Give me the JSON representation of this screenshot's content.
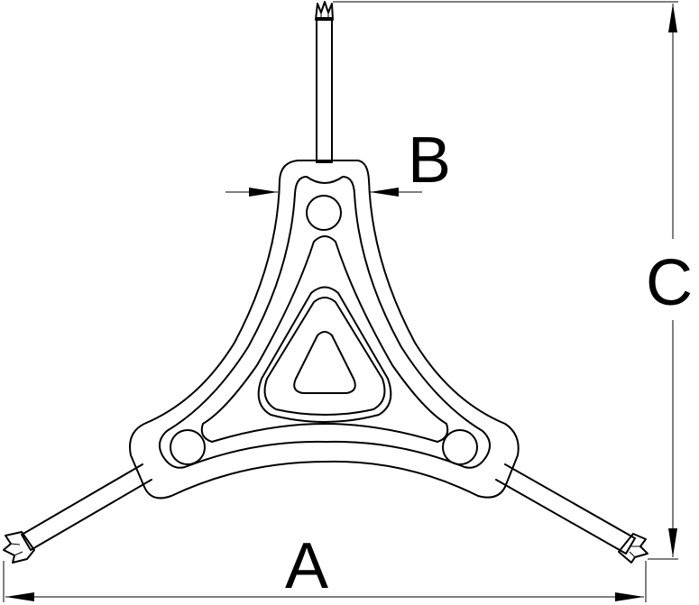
{
  "diagram": {
    "tool": "y-handle-torx-wrench",
    "colors": {
      "line": "#000000",
      "background": "#ffffff"
    },
    "dimensions": {
      "a": {
        "label": "A",
        "meaning": "span-between-side-bit-tips"
      },
      "b": {
        "label": "B",
        "meaning": "handle-neck-width"
      },
      "c": {
        "label": "C",
        "meaning": "overall-height"
      }
    }
  }
}
